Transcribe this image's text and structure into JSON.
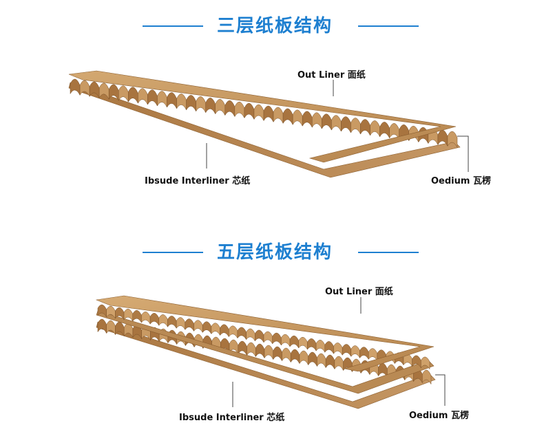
{
  "colors": {
    "title_blue": "#1d7fd0",
    "kraft_light": "#c79a62",
    "kraft_mid": "#b07c45",
    "kraft_dark": "#7a5128",
    "leader_line": "#444444"
  },
  "section_three": {
    "title": "三层纸板结构",
    "label_out_liner": "Out Liner 面纸",
    "label_inner_liner": "Ibsude Interliner 芯纸",
    "label_medium": "Oedium 瓦楞"
  },
  "section_five": {
    "title": "五层纸板结构",
    "label_out_liner": "Out Liner 面纸",
    "label_inner_liner": "Ibsude Interliner 芯纸",
    "label_medium": "Oedium 瓦楞"
  }
}
